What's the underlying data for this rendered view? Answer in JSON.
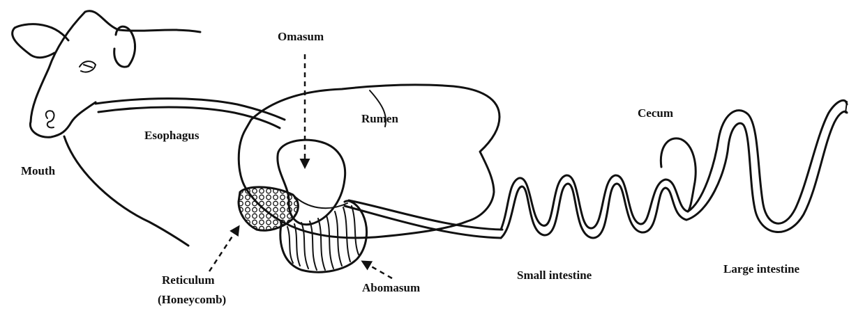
{
  "labels": {
    "mouth": "Mouth",
    "esophagus": "Esophagus",
    "omasum": "Omasum",
    "rumen": "Rumen",
    "reticulum": "Reticulum",
    "reticulum_note": "(Honeycomb)",
    "abomasum": "Abomasum",
    "cecum": "Cecum",
    "small_intestine": "Small intestine",
    "large_intestine": "Large intestine"
  }
}
